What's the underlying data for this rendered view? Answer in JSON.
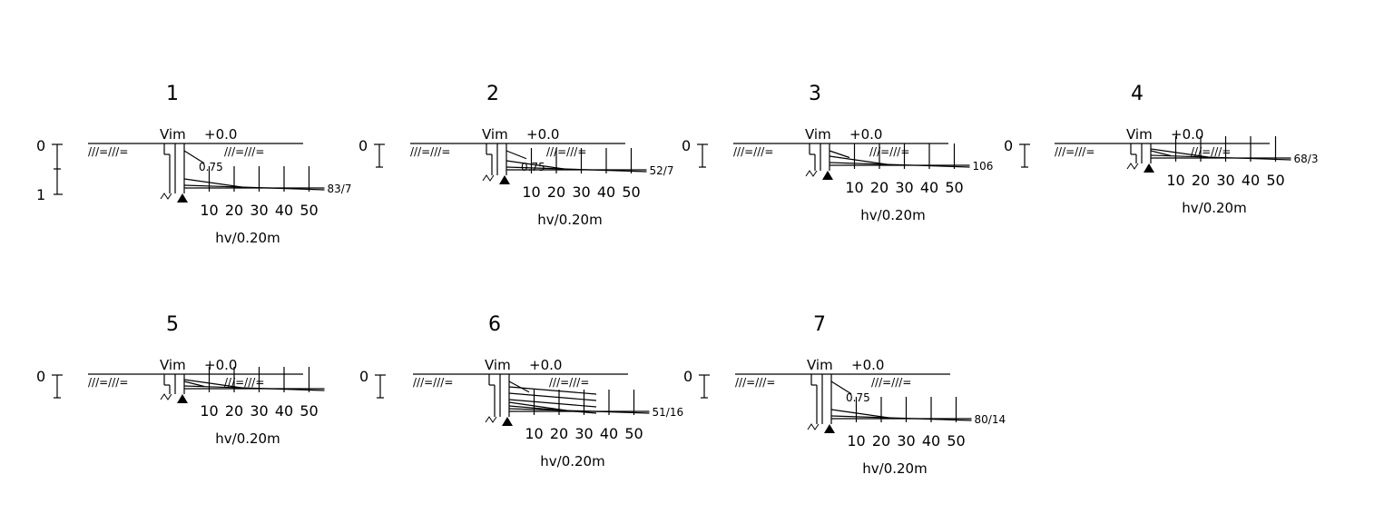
{
  "common": {
    "vim_label": "Vim",
    "level_label": "+0.0",
    "scale_label": "hv/0.20m",
    "axis_ticks": [
      "10",
      "20",
      "30",
      "40",
      "50"
    ],
    "hatch": "///=///=",
    "depth_zero": "0",
    "depth_one": "1"
  },
  "diagrams": [
    {
      "number": "1",
      "result": "83/7",
      "ratio": "0.75",
      "depth_scale_shows_one": true
    },
    {
      "number": "2",
      "result": "52/7",
      "ratio": "0.75",
      "depth_scale_shows_one": false
    },
    {
      "number": "3",
      "result": "106",
      "ratio": "",
      "depth_scale_shows_one": false
    },
    {
      "number": "4",
      "result": "68/3",
      "ratio": "",
      "depth_scale_shows_one": false
    },
    {
      "number": "5",
      "result": "",
      "ratio": "",
      "depth_scale_shows_one": false
    },
    {
      "number": "6",
      "result": "51/16",
      "ratio": "",
      "depth_scale_shows_one": false
    },
    {
      "number": "7",
      "result": "80/14",
      "ratio": "0.75",
      "depth_scale_shows_one": false
    }
  ]
}
